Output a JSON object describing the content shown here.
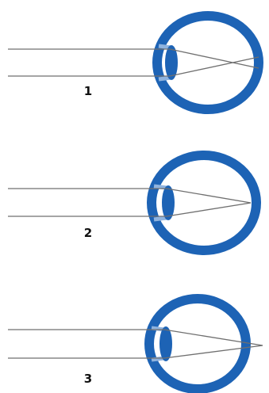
{
  "colors": {
    "eye_wall": "#1d63b5",
    "lens": "#1d63b5",
    "ray": "#6f6f6f",
    "label": "#111111",
    "background": "#ffffff"
  },
  "diagrams": [
    {
      "label": "1",
      "focus": "in-front-of-retina"
    },
    {
      "label": "2",
      "focus": "on-retina"
    },
    {
      "label": "3",
      "focus": "behind-retina"
    }
  ]
}
